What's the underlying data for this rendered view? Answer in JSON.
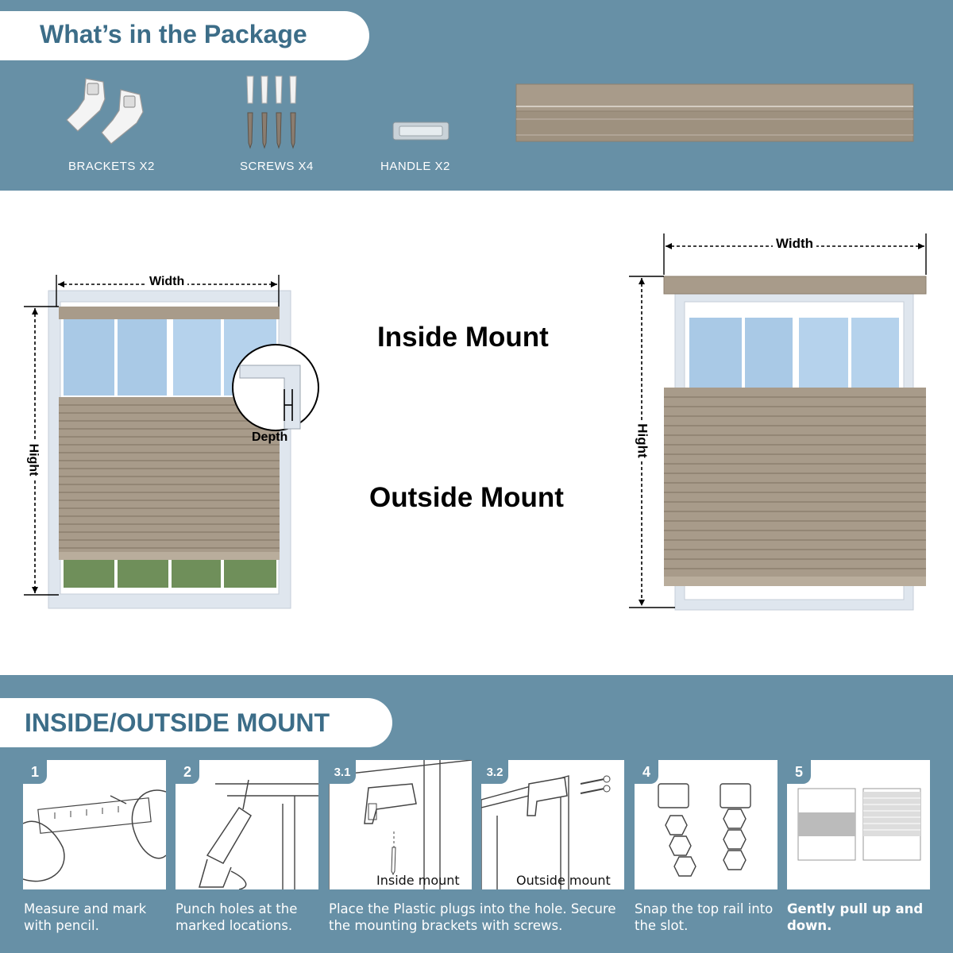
{
  "package": {
    "title": "What’s in the Package",
    "items": [
      {
        "label": "BRACKETS X2",
        "icon": "bracket-icon"
      },
      {
        "label": "SCREWS X4",
        "icon": "screw-icon"
      },
      {
        "label": "HANDLE X2",
        "icon": "handle-icon"
      }
    ]
  },
  "mount": {
    "inside_label": "Inside Mount",
    "outside_label": "Outside Mount",
    "width_label": "Width",
    "height_label": "Hight",
    "depth_label": "Depth"
  },
  "steps_section": {
    "title": "INSIDE/OUTSIDE MOUNT",
    "steps": [
      {
        "num": "1",
        "desc": "Measure and mark with pencil."
      },
      {
        "num": "2",
        "desc": "Punch holes at the marked locations."
      },
      {
        "num": "3.1",
        "caption": "Inside mount"
      },
      {
        "num": "3.2",
        "caption": "Outside mount"
      },
      {
        "num": "4",
        "desc": "Snap the top rail into the slot."
      },
      {
        "num": "5",
        "desc": "Gently pull up and down."
      }
    ],
    "desc_3": "Place the Plastic plugs into the hole. Secure the mounting brackets with screws."
  },
  "colors": {
    "band": "#6790a6",
    "title": "#3c6d88",
    "shade": "#a89b8a"
  }
}
